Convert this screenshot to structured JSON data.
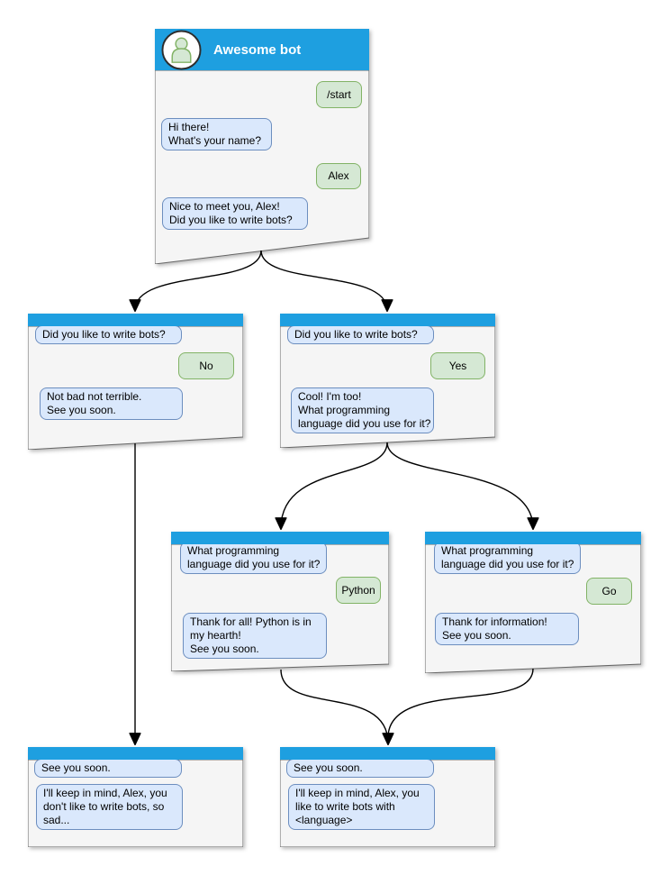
{
  "colors": {
    "header_blue": "#1E9FE0",
    "window_bg": "#F5F5F5",
    "window_border": "#666666",
    "bot_bubble_bg": "#DAE8FC",
    "bot_bubble_border": "#6C8EBF",
    "user_bubble_bg": "#D5E8D4",
    "user_bubble_border": "#82B366",
    "arrow": "#000000",
    "title_text": "#FFFFFF"
  },
  "windows": {
    "start": {
      "title": "Awesome bot",
      "messages": [
        {
          "from": "user",
          "text": "/start"
        },
        {
          "from": "bot",
          "text": "Hi there!\nWhat's your name?"
        },
        {
          "from": "user",
          "text": "Alex"
        },
        {
          "from": "bot",
          "text": "Nice to meet you, Alex!\nDid you like to write bots?"
        }
      ]
    },
    "no_branch": {
      "messages": [
        {
          "from": "bot",
          "text": "Did you like to write bots?"
        },
        {
          "from": "user",
          "text": "No"
        },
        {
          "from": "bot",
          "text": "Not bad not terrible.\nSee you soon."
        }
      ]
    },
    "yes_branch": {
      "messages": [
        {
          "from": "bot",
          "text": "Did you like to write bots?"
        },
        {
          "from": "user",
          "text": "Yes"
        },
        {
          "from": "bot",
          "text": "Cool! I'm too!\nWhat programming\nlanguage did you use for it?"
        }
      ]
    },
    "python_branch": {
      "messages": [
        {
          "from": "bot",
          "text": "What programming\nlanguage did you use for it?"
        },
        {
          "from": "user",
          "text": "Python"
        },
        {
          "from": "bot",
          "text": "Thank for all! Python is in\nmy hearth!\nSee you soon."
        }
      ]
    },
    "go_branch": {
      "messages": [
        {
          "from": "bot",
          "text": "What programming\nlanguage did you use for it?"
        },
        {
          "from": "user",
          "text": "Go"
        },
        {
          "from": "bot",
          "text": "Thank for information!\nSee you soon."
        }
      ]
    },
    "bye_no": {
      "messages": [
        {
          "from": "bot",
          "text": "See you soon."
        },
        {
          "from": "bot",
          "text": "I'll keep in mind, Alex, you\ndon't like to write bots, so\nsad..."
        }
      ]
    },
    "bye_yes": {
      "messages": [
        {
          "from": "bot",
          "text": "See you soon."
        },
        {
          "from": "bot",
          "text": "I'll keep in mind, Alex, you\nlike to write bots with\n<language>"
        }
      ]
    }
  },
  "edges": [
    {
      "from": "start",
      "to": "no_branch"
    },
    {
      "from": "start",
      "to": "yes_branch"
    },
    {
      "from": "yes_branch",
      "to": "python_branch"
    },
    {
      "from": "yes_branch",
      "to": "go_branch"
    },
    {
      "from": "no_branch",
      "to": "bye_no"
    },
    {
      "from": "python_branch",
      "to": "bye_yes"
    },
    {
      "from": "go_branch",
      "to": "bye_yes"
    }
  ]
}
